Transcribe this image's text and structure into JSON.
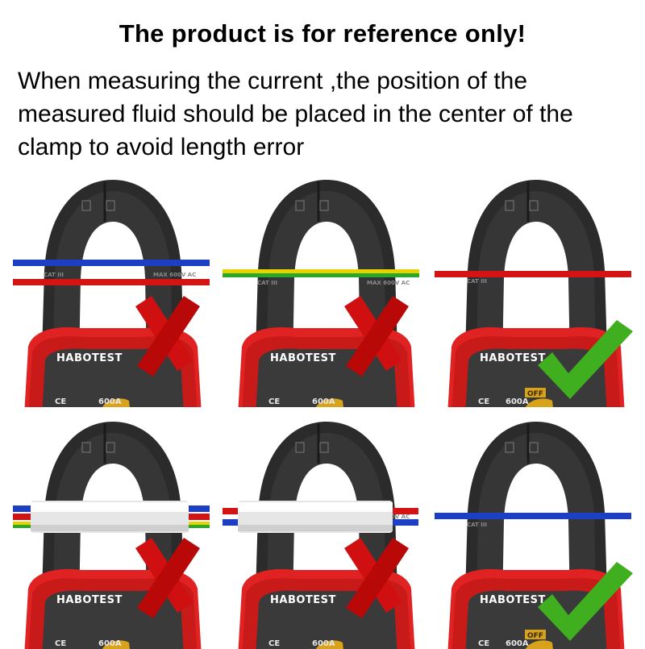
{
  "headline": "The product is for reference only!",
  "instruction": "When measuring the current ,the position of the measured fluid should be placed in the center of the clamp to avoid length error",
  "meter": {
    "brand": "HABOTEST",
    "jaw_category": "CAT III",
    "jaw_rating": "MAX 600V AC",
    "ce_mark": "CE",
    "range_label": "600A",
    "off_label": "OFF"
  },
  "colors": {
    "jaw": "#2b2b2b",
    "body_red": "#e02222",
    "wire_blue": "#1d3fc4",
    "wire_red": "#d41414",
    "wire_yellow": "#e8d200",
    "wire_green": "#2aa82a",
    "cross_mark": "#d01010",
    "check_mark": "#3fae1f"
  },
  "panels": [
    {
      "id": 1,
      "conductor": "two separate wires: blue and red",
      "placement": "off-center, too high",
      "verdict": "wrong",
      "icon": "cross-icon"
    },
    {
      "id": 2,
      "conductor": "yellow-green wire",
      "placement": "off-center",
      "verdict": "wrong",
      "icon": "cross-icon"
    },
    {
      "id": 3,
      "conductor": "single red wire",
      "placement": "center of clamp",
      "verdict": "correct",
      "icon": "check-icon"
    },
    {
      "id": 4,
      "conductor": "multi-core cable (blue, red, yellow-green)",
      "placement": "cable with all cores",
      "verdict": "wrong",
      "icon": "cross-icon"
    },
    {
      "id": 5,
      "conductor": "two-core cable (red and blue)",
      "placement": "cable with all cores",
      "verdict": "wrong",
      "icon": "cross-icon"
    },
    {
      "id": 6,
      "conductor": "single blue wire",
      "placement": "center of clamp",
      "verdict": "correct",
      "icon": "check-icon"
    }
  ]
}
